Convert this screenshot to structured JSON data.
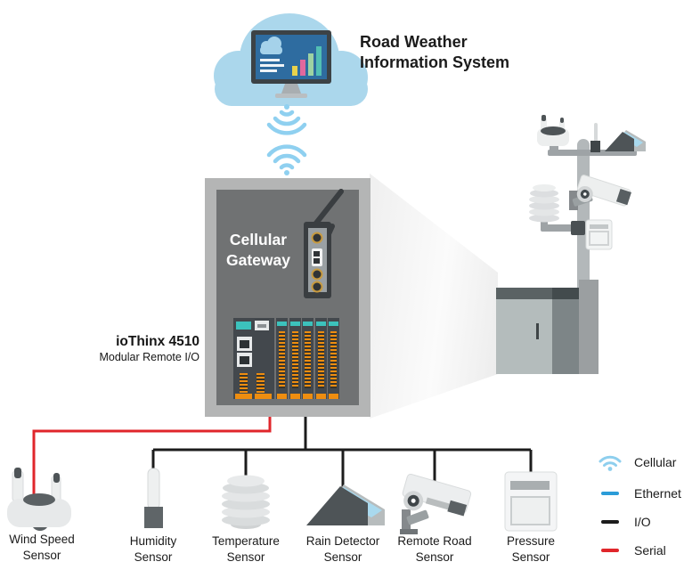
{
  "header": {
    "title_line1": "Road Weather",
    "title_line2": "Information System"
  },
  "cloud_system": {
    "icon": "cloud-icon",
    "dashboard_icon": "monitor-dashboard-icon"
  },
  "wireless_link": {
    "icon": "cellular-signal-icon"
  },
  "cabinet": {
    "gateway": {
      "label_line1": "Cellular",
      "label_line2": "Gateway",
      "icon": "cellular-gateway-device-icon"
    },
    "remote_io": {
      "title": "ioThinx 4510",
      "subtitle": "Modular Remote I/O",
      "icon": "iothinx-4510-device-icon"
    }
  },
  "field_station": {
    "icon": "roadside-weather-station-icon"
  },
  "sensors": [
    {
      "label_line1": "Wind Speed",
      "label_line2": "Sensor",
      "connection": "Serial",
      "icon": "wind-speed-sensor-icon"
    },
    {
      "label_line1": "Humidity",
      "label_line2": "Sensor",
      "connection": "I/O",
      "icon": "humidity-sensor-icon"
    },
    {
      "label_line1": "Temperature",
      "label_line2": "Sensor",
      "connection": "I/O",
      "icon": "temperature-sensor-icon"
    },
    {
      "label_line1": "Rain Detector",
      "label_line2": "Sensor",
      "connection": "I/O",
      "icon": "rain-detector-sensor-icon"
    },
    {
      "label_line1": "Remote Road",
      "label_line2": "Sensor",
      "connection": "I/O",
      "icon": "remote-road-sensor-icon"
    },
    {
      "label_line1": "Pressure",
      "label_line2": "Sensor",
      "connection": "I/O",
      "icon": "pressure-sensor-icon"
    }
  ],
  "legend": {
    "items": [
      {
        "label": "Cellular",
        "swatch": "wifi-icon",
        "color": "#8ecfee"
      },
      {
        "label": "Ethernet",
        "swatch": "blue-dash",
        "color": "#2b9cd8"
      },
      {
        "label": "I/O",
        "swatch": "black-dash",
        "color": "#1c1c1c"
      },
      {
        "label": "Serial",
        "swatch": "red-dash",
        "color": "#e0262b"
      }
    ]
  },
  "colors": {
    "cloud": "#abd7ec",
    "screen": "#2e6ca0",
    "wifi": "#8fd0f0",
    "ethernet_line": "#2196d4",
    "io_line": "#1c1c1c",
    "serial_line": "#e0262b",
    "cabinet_outer": "#b4b5b5",
    "cabinet_inner": "#707273",
    "device_teal": "#3cc2bc",
    "device_orange": "#ee8d10"
  }
}
